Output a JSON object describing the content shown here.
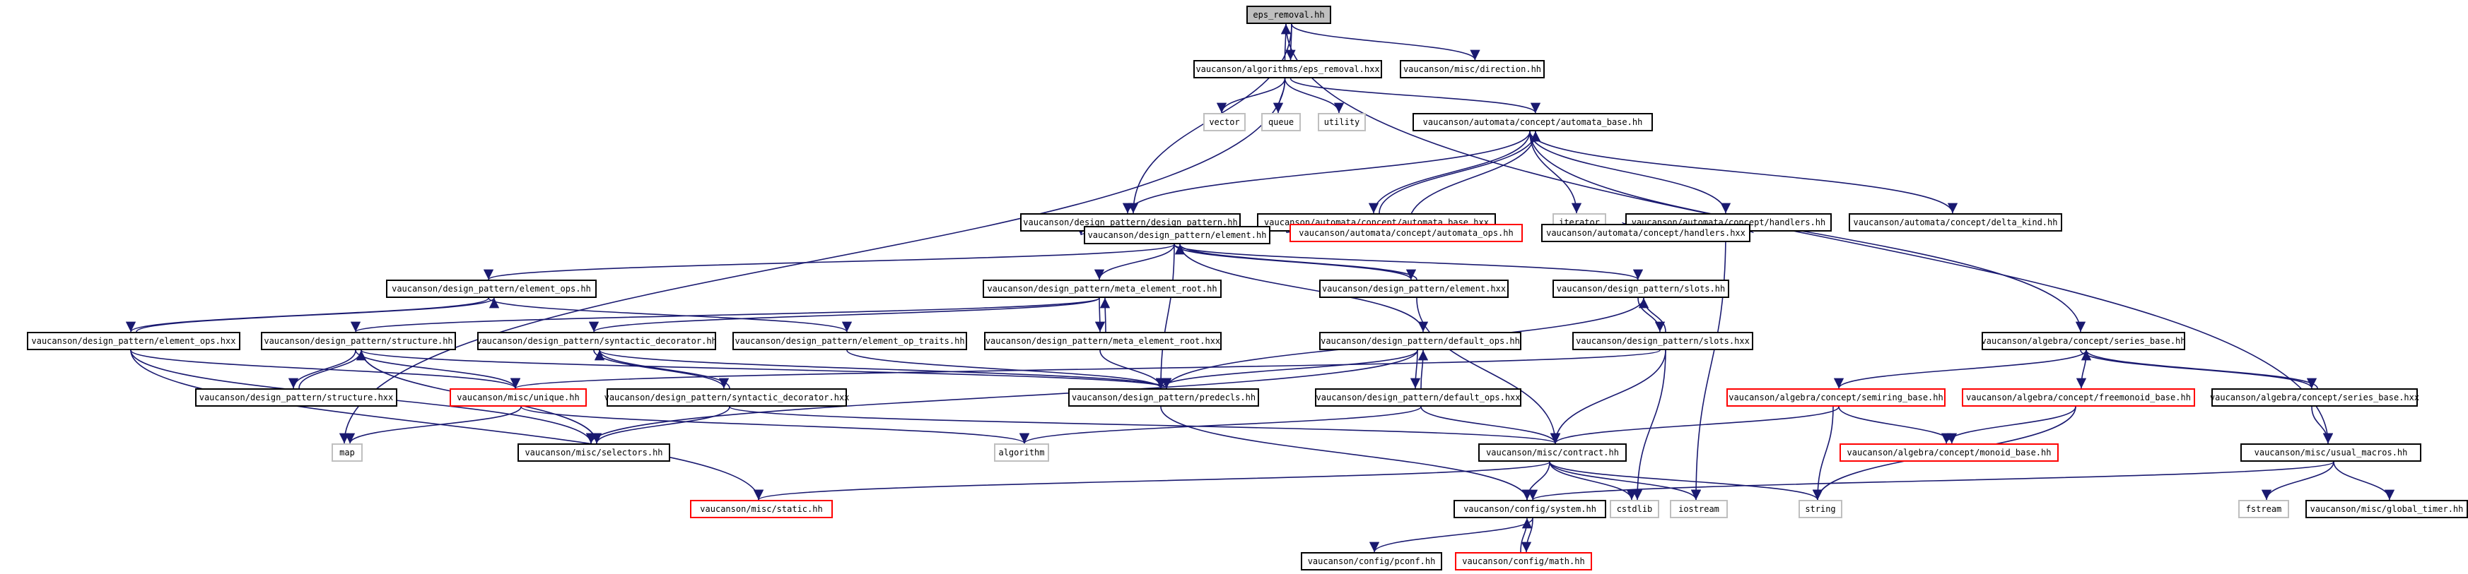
{
  "graph": {
    "colors": {
      "edge": "#191970",
      "border": "#000000",
      "border_red": "#ff0000",
      "border_gray": "#bfbfbf",
      "root_fill": "#bfbfbf"
    },
    "nodes": {
      "root": "eps_removal.hh",
      "eps_hxx": "vaucanson/algorithms/eps_removal.hxx",
      "direction": "vaucanson/misc/direction.hh",
      "vector": "vector",
      "queue": "queue",
      "utility": "utility",
      "automata_base": "vaucanson/automata/concept/automata_base.hh",
      "dp_hh": "vaucanson/design_pattern/design_pattern.hh",
      "automata_base_hxx": "vaucanson/automata/concept/automata_base.hxx",
      "iterator": "iterator",
      "handlers": "vaucanson/automata/concept/handlers.hh",
      "delta_kind": "vaucanson/automata/concept/delta_kind.hh",
      "automata_ops": "vaucanson/automata/concept/automata_ops.hh",
      "handlers_hxx": "vaucanson/automata/concept/handlers.hxx",
      "element_hh": "vaucanson/design_pattern/element.hh",
      "element_ops_hh": "vaucanson/design_pattern/element_ops.hh",
      "meta_root_hh": "vaucanson/design_pattern/meta_element_root.hh",
      "element_hxx": "vaucanson/design_pattern/element.hxx",
      "slots_hh": "vaucanson/design_pattern/slots.hh",
      "element_ops_hxx": "vaucanson/design_pattern/element_ops.hxx",
      "structure_hh": "vaucanson/design_pattern/structure.hh",
      "syntactic_hh": "vaucanson/design_pattern/syntactic_decorator.hh",
      "op_traits": "vaucanson/design_pattern/element_op_traits.hh",
      "meta_root_hxx": "vaucanson/design_pattern/meta_element_root.hxx",
      "default_ops_hh": "vaucanson/design_pattern/default_ops.hh",
      "slots_hxx": "vaucanson/design_pattern/slots.hxx",
      "series_base": "vaucanson/algebra/concept/series_base.hh",
      "structure_hxx": "vaucanson/design_pattern/structure.hxx",
      "unique": "vaucanson/misc/unique.hh",
      "syntactic_hxx": "vaucanson/design_pattern/syntactic_decorator.hxx",
      "predecls": "vaucanson/design_pattern/predecls.hh",
      "default_ops_hxx": "vaucanson/design_pattern/default_ops.hxx",
      "semiring_base": "vaucanson/algebra/concept/semiring_base.hh",
      "freemonoid": "vaucanson/algebra/concept/freemonoid_base.hh",
      "series_base_hxx": "vaucanson/algebra/concept/series_base.hxx",
      "map": "map",
      "selectors": "vaucanson/misc/selectors.hh",
      "algorithm": "algorithm",
      "contract": "vaucanson/misc/contract.hh",
      "monoid_base": "vaucanson/algebra/concept/monoid_base.hh",
      "usual_macros": "vaucanson/misc/usual_macros.hh",
      "static": "vaucanson/misc/static.hh",
      "system": "vaucanson/config/system.hh",
      "cstdlib": "cstdlib",
      "iostream": "iostream",
      "string": "string",
      "fstream": "fstream",
      "global_timer": "vaucanson/misc/global_timer.hh",
      "pconf": "vaucanson/config/pconf.hh",
      "math": "vaucanson/config/math.hh"
    }
  }
}
